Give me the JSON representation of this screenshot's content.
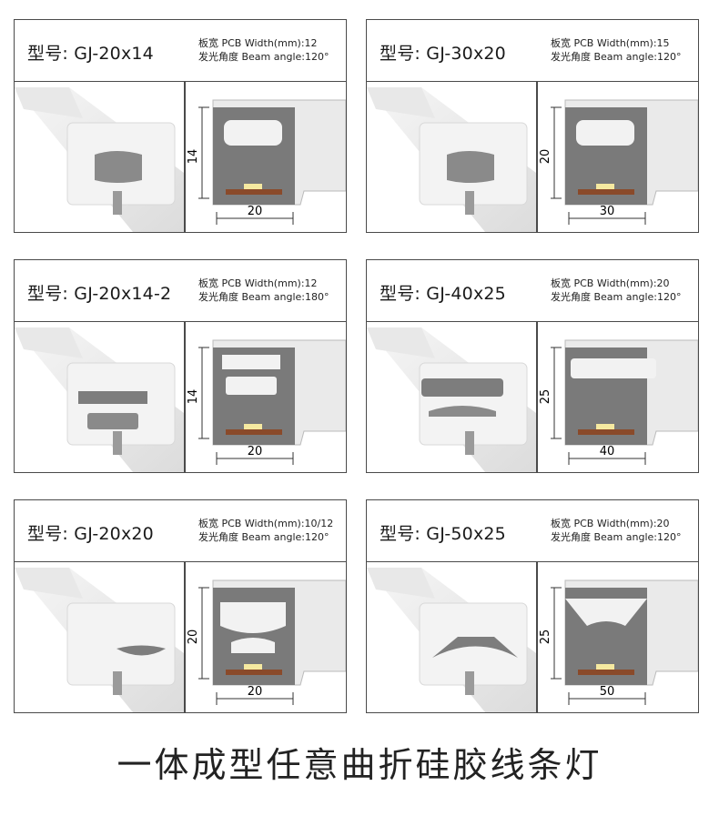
{
  "products": [
    {
      "label": "型号:",
      "model": "GJ-20x14",
      "pcb": "板宽  PCB Width(mm):12",
      "beam": "发光角度  Beam angle:120°",
      "dim_h": "14",
      "dim_w": "20",
      "shape": "standard"
    },
    {
      "label": "型号:",
      "model": "GJ-30x20",
      "pcb": "板宽  PCB Width(mm):15",
      "beam": "发光角度  Beam angle:120°",
      "dim_h": "20",
      "dim_w": "30",
      "shape": "wide"
    },
    {
      "label": "型号:",
      "model": "GJ-20x14-2",
      "pcb": "板宽  PCB Width(mm):12",
      "beam": "发光角度  Beam angle:180°",
      "dim_h": "14",
      "dim_w": "20",
      "shape": "double"
    },
    {
      "label": "型号:",
      "model": "GJ-40x25",
      "pcb": "板宽  PCB Width(mm):20",
      "beam": "发光角度  Beam angle:120°",
      "dim_h": "25",
      "dim_w": "40",
      "shape": "flat"
    },
    {
      "label": "型号:",
      "model": "GJ-20x20",
      "pcb": "板宽  PCB Width(mm):10/12",
      "beam": "发光角度  Beam angle:120°",
      "dim_h": "20",
      "dim_w": "20",
      "shape": "arch"
    },
    {
      "label": "型号:",
      "model": "GJ-50x25",
      "pcb": "板宽  PCB Width(mm):20",
      "beam": "发光角度  Beam angle:120°",
      "dim_h": "25",
      "dim_w": "50",
      "shape": "trapezoid"
    }
  ],
  "footer": "一体成型任意曲折硅胶线条灯",
  "colors": {
    "border": "#4a4a4a",
    "profile_dark": "#7a7a7a",
    "silicone": "#eeeeee",
    "pcb": "#8a4a2a"
  }
}
